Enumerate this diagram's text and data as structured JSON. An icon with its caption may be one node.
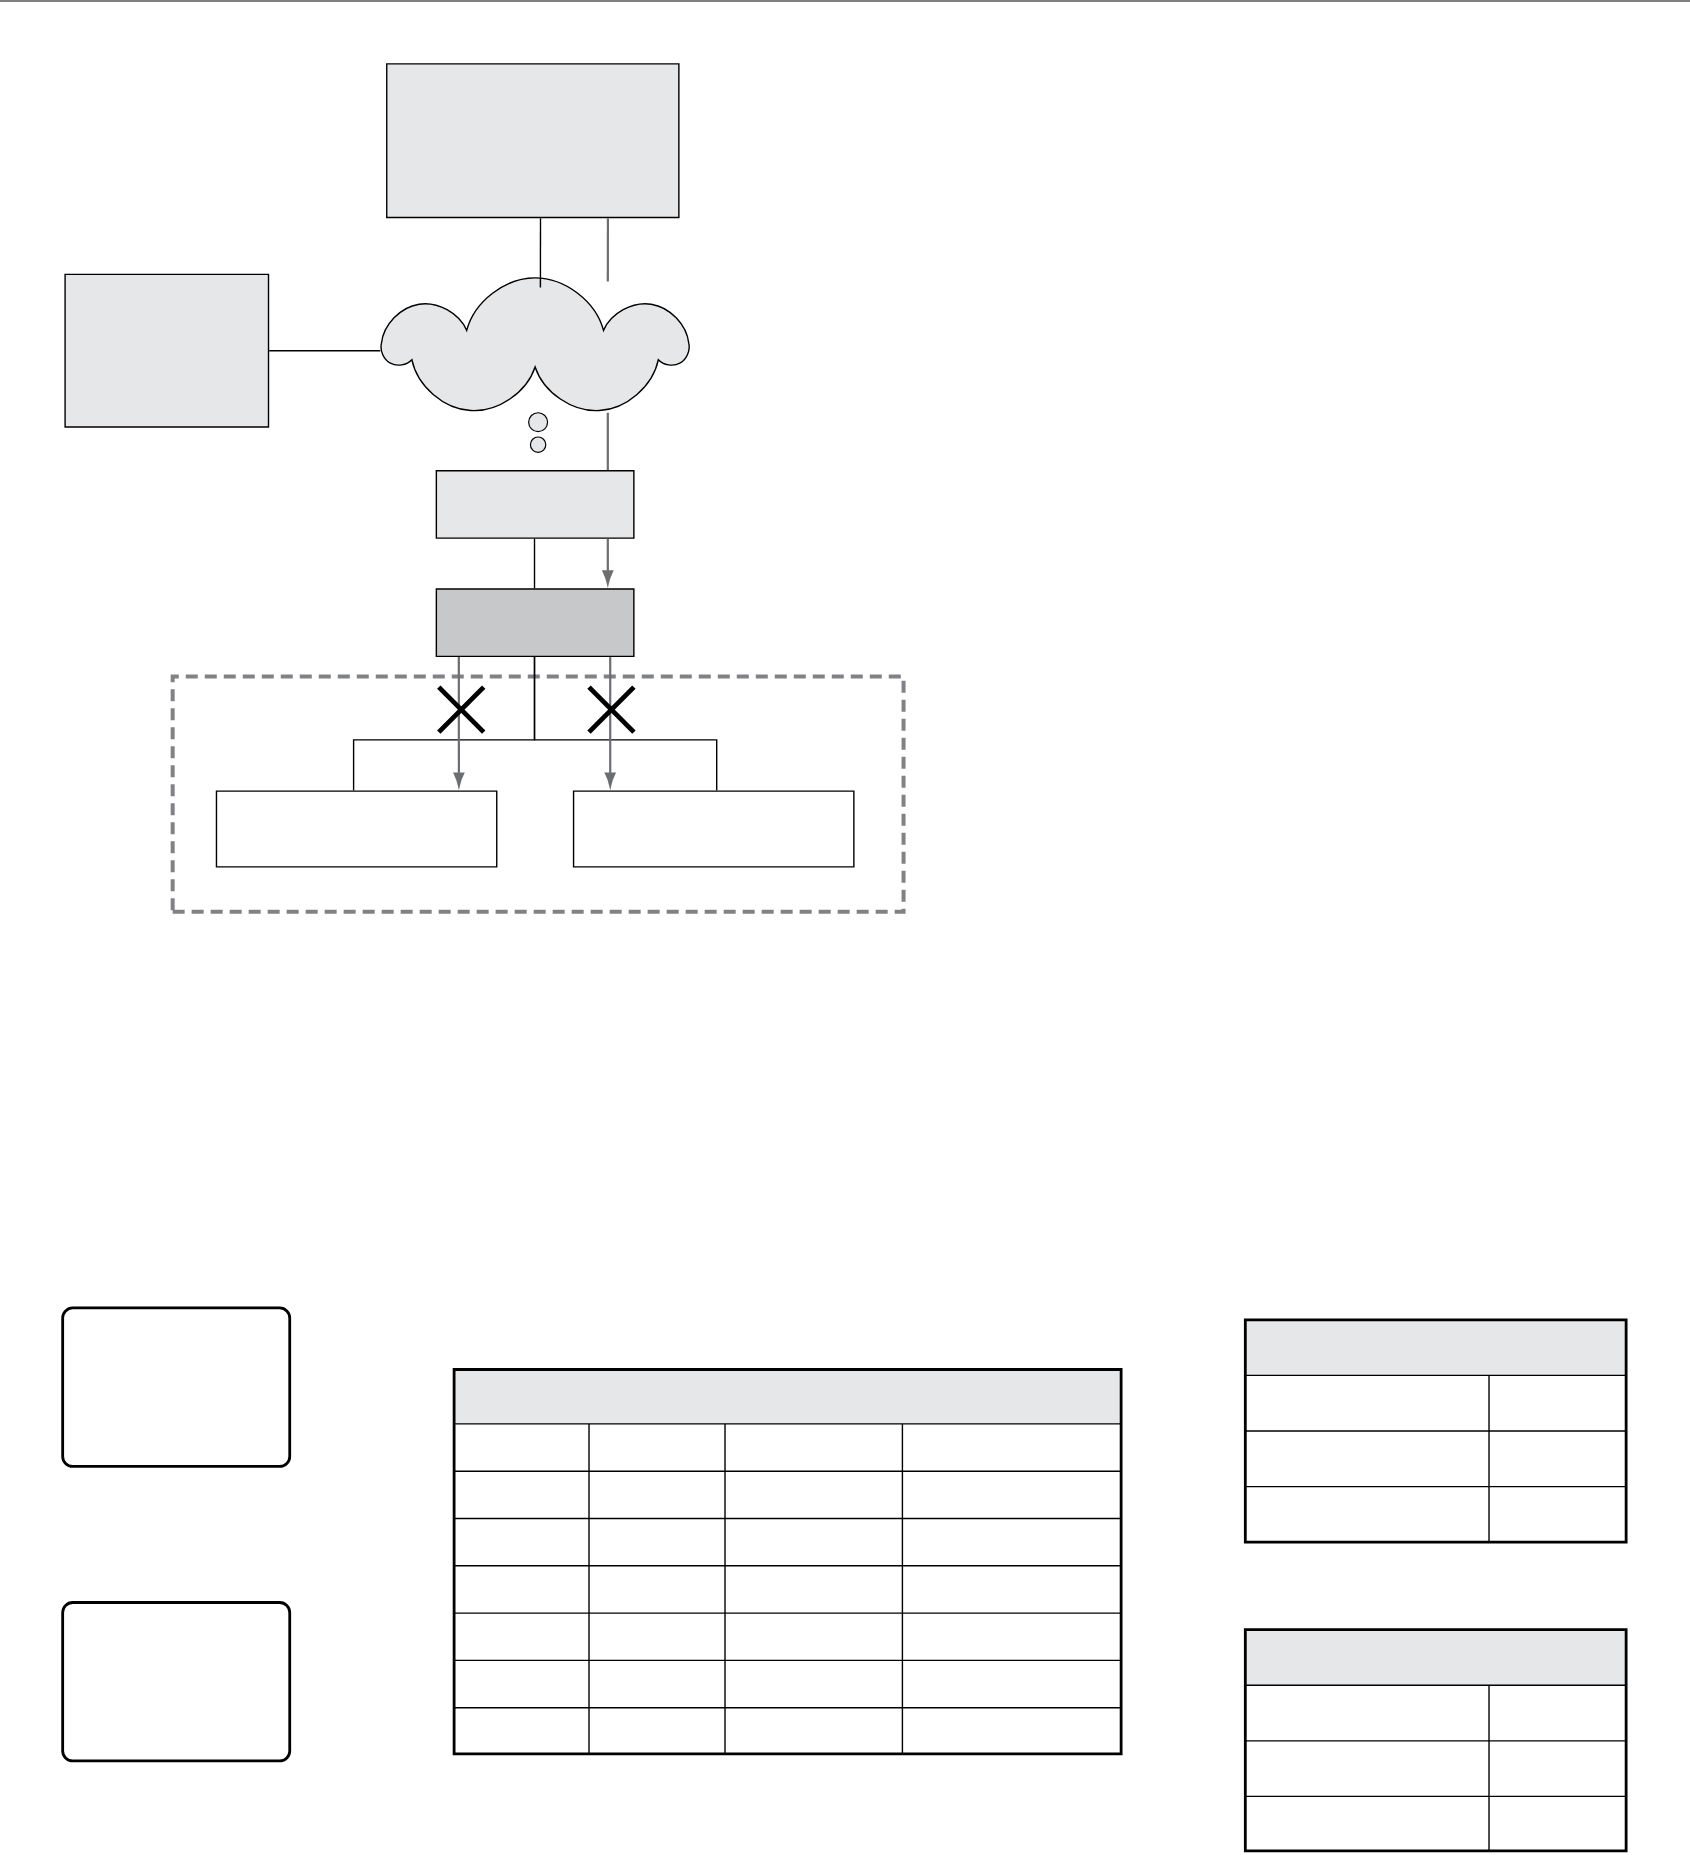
{
  "diagram": {
    "nodes": [
      {
        "text": [],
        "shape": "box"
      },
      {
        "text": [],
        "shape": "box"
      },
      {
        "text": [],
        "shape": "cloud"
      },
      {
        "text": [],
        "shape": "box"
      },
      {
        "text": [],
        "shape": "box"
      },
      {
        "text": [],
        "shape": "box"
      },
      {
        "text": [],
        "shape": "box",
        "in": 5
      },
      {
        "text": [],
        "shape": "box",
        "in": 5
      },
      {
        "text": [],
        "shape": "box"
      },
      {
        "text": [],
        "shape": "box"
      }
    ],
    "edges": [
      {
        "from": 0,
        "to": 2,
        "arrow": "none"
      },
      {
        "from": 0,
        "to": 2,
        "arrow": "none",
        "color": "#6d6e71"
      },
      {
        "from": 1,
        "to": 2,
        "arrow": "none"
      },
      {
        "from": 2,
        "to": 3,
        "arrow": "none",
        "color": "#6d6e71"
      },
      {
        "from": 3,
        "to": 4,
        "arrow": "none"
      },
      {
        "from": 3,
        "to": 4,
        "arrow": "to",
        "color": "#6d6e71"
      },
      {
        "from": 4,
        "to": 6,
        "arrow": "none"
      },
      {
        "from": 4,
        "to": 7,
        "arrow": "none"
      },
      {
        "from": 4,
        "to": 6,
        "arrow": "to",
        "color": "#6d6e71"
      },
      {
        "from": 4,
        "to": 7,
        "arrow": "to",
        "color": "#6d6e71"
      }
    ]
  }
}
